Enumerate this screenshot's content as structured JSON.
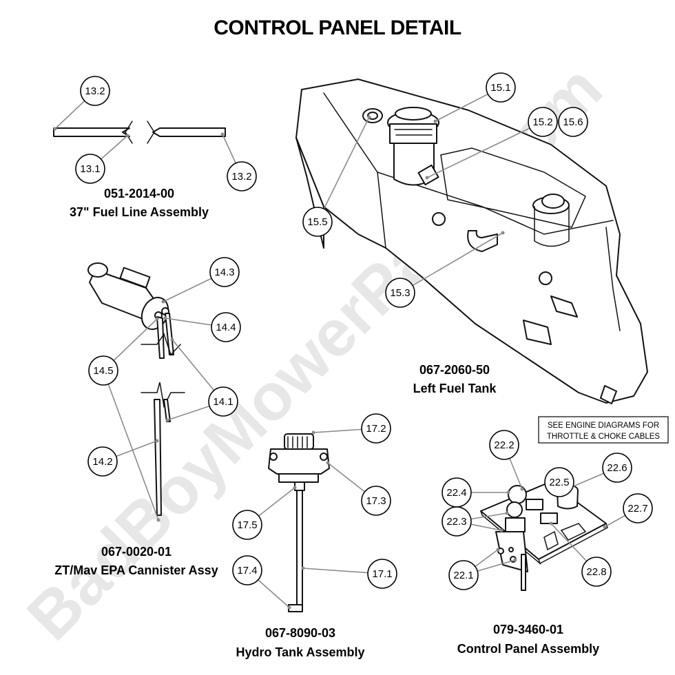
{
  "title": "CONTROL PANEL DETAIL",
  "watermark": "BadBoyMowerParts.com",
  "note": {
    "line1": "SEE ENGINE DIAGRAMS FOR",
    "line2": "THROTTLE & CHOKE CABLES"
  },
  "assemblies": [
    {
      "part_number": "051-2014-00",
      "name": "37\" Fuel Line Assembly"
    },
    {
      "part_number": "067-2060-50",
      "name": "Left Fuel Tank"
    },
    {
      "part_number": "067-0020-01",
      "name": "ZT/Mav EPA Cannister Assy"
    },
    {
      "part_number": "067-8090-03",
      "name": "Hydro Tank Assembly"
    },
    {
      "part_number": "079-3460-01",
      "name": "Control Panel Assembly"
    }
  ],
  "callouts": [
    {
      "id": "13.2"
    },
    {
      "id": "13.1"
    },
    {
      "id": "13.2"
    },
    {
      "id": "15.1"
    },
    {
      "id": "15.2"
    },
    {
      "id": "15.6"
    },
    {
      "id": "15.5"
    },
    {
      "id": "15.3"
    },
    {
      "id": "14.3"
    },
    {
      "id": "14.4"
    },
    {
      "id": "14.5"
    },
    {
      "id": "14.1"
    },
    {
      "id": "14.2"
    },
    {
      "id": "17.2"
    },
    {
      "id": "17.3"
    },
    {
      "id": "17.5"
    },
    {
      "id": "17.4"
    },
    {
      "id": "17.1"
    },
    {
      "id": "22.2"
    },
    {
      "id": "22.5"
    },
    {
      "id": "22.6"
    },
    {
      "id": "22.4"
    },
    {
      "id": "22.7"
    },
    {
      "id": "22.3"
    },
    {
      "id": "22.8"
    },
    {
      "id": "22.1"
    }
  ]
}
